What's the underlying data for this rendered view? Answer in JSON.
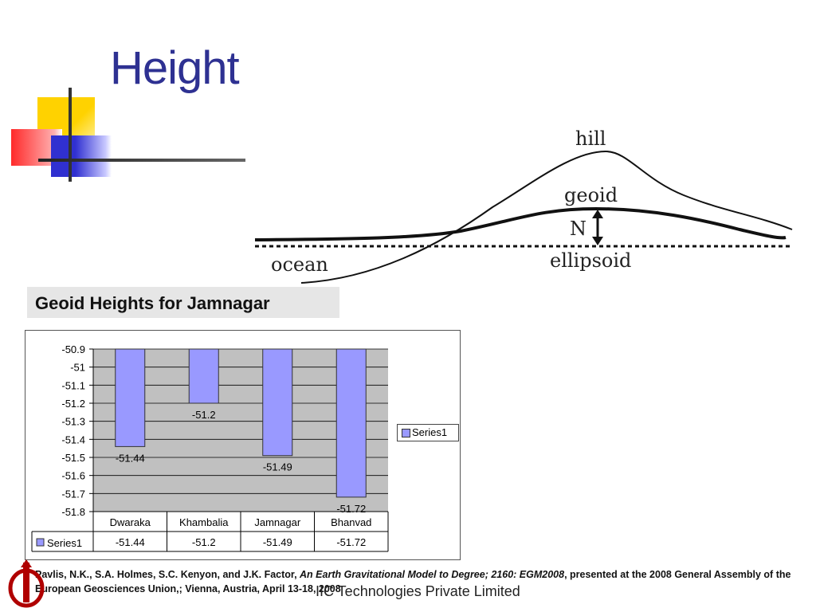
{
  "slide": {
    "title": "Height",
    "subtitle": "Geoid Heights for Jamnagar",
    "footer": "IIC Technologies Private Limited"
  },
  "diagram": {
    "labels": {
      "hill": "hill",
      "geoid": "geoid",
      "n": "N",
      "ocean": "ocean",
      "ellipsoid": "ellipsoid"
    }
  },
  "reference": {
    "authors": "Pavlis, N.K., S.A. Holmes, S.C. Kenyon, and J.K. Factor, ",
    "work": "An Earth Gravitational Model to Degree; 2160: EGM2008",
    "rest": ", presented at the 2008 General Assembly of the European Geosciences Union,; Vienna, Austria, April 13-18, 2008"
  },
  "chart_data": {
    "type": "bar",
    "categories": [
      "Dwaraka",
      "Khambalia",
      "Jamnagar",
      "Bhanvad"
    ],
    "series": [
      {
        "name": "Series1",
        "values": [
          -51.44,
          -51.2,
          -51.49,
          -51.72
        ]
      }
    ],
    "data_labels": [
      "-51.44",
      "-51.2",
      "-51.49",
      "-51.72"
    ],
    "yticks": [
      "-50.9",
      "-51",
      "-51.1",
      "-51.2",
      "-51.3",
      "-51.4",
      "-51.5",
      "-51.6",
      "-51.7",
      "-51.8"
    ],
    "ylim": [
      -51.8,
      -50.9
    ],
    "grid": true,
    "legend": "right",
    "data_table": true,
    "colors": {
      "bar": "#9999ff",
      "plot_bg": "#c0c0c0",
      "bar_stroke": "#333333"
    }
  }
}
